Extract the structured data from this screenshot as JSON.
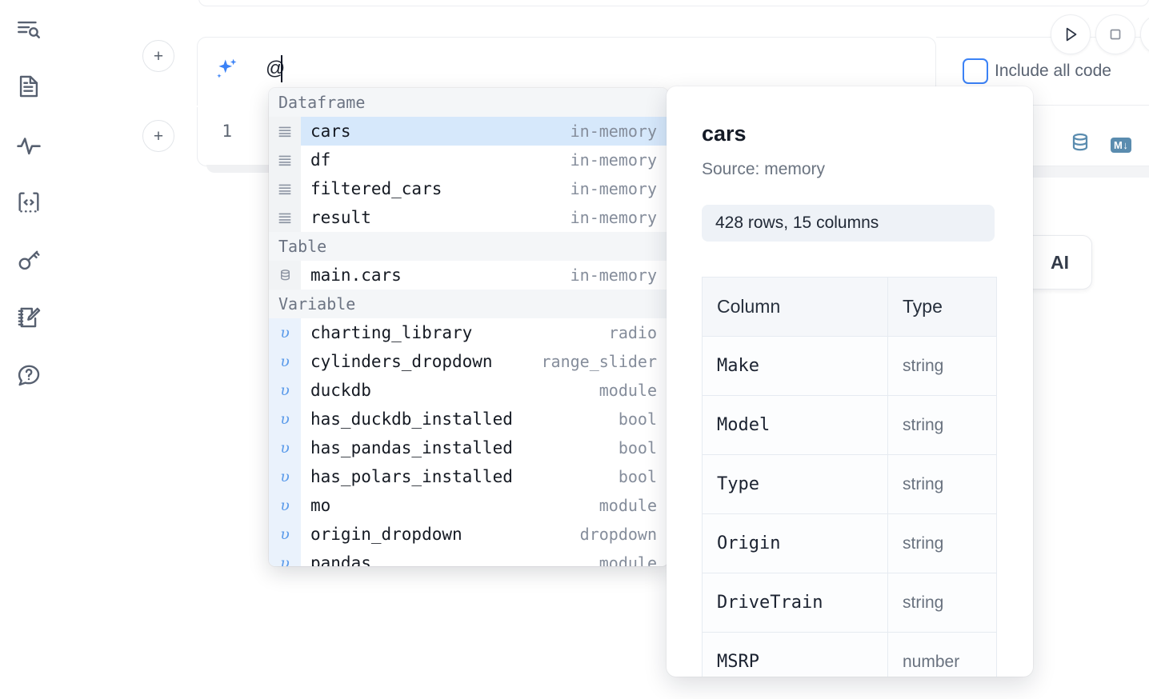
{
  "sidebar": {
    "items": [
      {
        "name": "search-outline-icon",
        "label": "Outline search"
      },
      {
        "name": "file-text-icon",
        "label": "Notebook file"
      },
      {
        "name": "activity-pulse-icon",
        "label": "Activity"
      },
      {
        "name": "code-snippet-icon",
        "label": "Snippets"
      },
      {
        "name": "key-icon",
        "label": "Secrets"
      },
      {
        "name": "scratchpad-edit-icon",
        "label": "Scratchpad"
      },
      {
        "name": "help-chat-icon",
        "label": "Help"
      }
    ]
  },
  "toolbar": {
    "run_label": "Run",
    "stop_label": "Interrupt",
    "add_cell_label": "+",
    "include_all_code_label": "Include all code",
    "include_all_code_checked": false,
    "database_icon": "database-icon",
    "markdown_badge": "M↓"
  },
  "ai_prompt": {
    "value": "@",
    "icon": "sparkles-icon"
  },
  "code_cell": {
    "line_number": "1"
  },
  "floating_button": {
    "label": "AI"
  },
  "autocomplete": {
    "sections": [
      {
        "title": "Dataframe",
        "icon": "dataframe-icon",
        "kind": "df",
        "rows": [
          {
            "name": "cars",
            "type": "in-memory",
            "selected": true
          },
          {
            "name": "df",
            "type": "in-memory",
            "selected": false
          },
          {
            "name": "filtered_cars",
            "type": "in-memory",
            "selected": false
          },
          {
            "name": "result",
            "type": "in-memory",
            "selected": false
          }
        ]
      },
      {
        "title": "Table",
        "icon": "database-icon",
        "kind": "table",
        "rows": [
          {
            "name": "main.cars",
            "type": "in-memory",
            "selected": false
          }
        ]
      },
      {
        "title": "Variable",
        "icon": "variable-icon",
        "kind": "var",
        "rows": [
          {
            "name": "charting_library",
            "type": "radio",
            "selected": false
          },
          {
            "name": "cylinders_dropdown",
            "type": "range_slider",
            "selected": false
          },
          {
            "name": "duckdb",
            "type": "module",
            "selected": false
          },
          {
            "name": "has_duckdb_installed",
            "type": "bool",
            "selected": false
          },
          {
            "name": "has_pandas_installed",
            "type": "bool",
            "selected": false
          },
          {
            "name": "has_polars_installed",
            "type": "bool",
            "selected": false
          },
          {
            "name": "mo",
            "type": "module",
            "selected": false
          },
          {
            "name": "origin_dropdown",
            "type": "dropdown",
            "selected": false
          },
          {
            "name": "pandas",
            "type": "module",
            "selected": false
          }
        ]
      }
    ]
  },
  "detail_panel": {
    "title": "cars",
    "source": "Source: memory",
    "shape": "428 rows, 15 columns",
    "columns_header": "Column",
    "type_header": "Type",
    "columns": [
      {
        "column": "Make",
        "type": "string"
      },
      {
        "column": "Model",
        "type": "string"
      },
      {
        "column": "Type",
        "type": "string"
      },
      {
        "column": "Origin",
        "type": "string"
      },
      {
        "column": "DriveTrain",
        "type": "string"
      },
      {
        "column": "MSRP",
        "type": "number"
      }
    ]
  },
  "colors": {
    "accent_blue": "#3b82f6",
    "selected_row": "#d6e8fb",
    "variable_gutter": "#eaf2fc",
    "section_header": "#f4f6f8",
    "steel_blue": "#5a8caf",
    "icon_slate": "#576070"
  }
}
